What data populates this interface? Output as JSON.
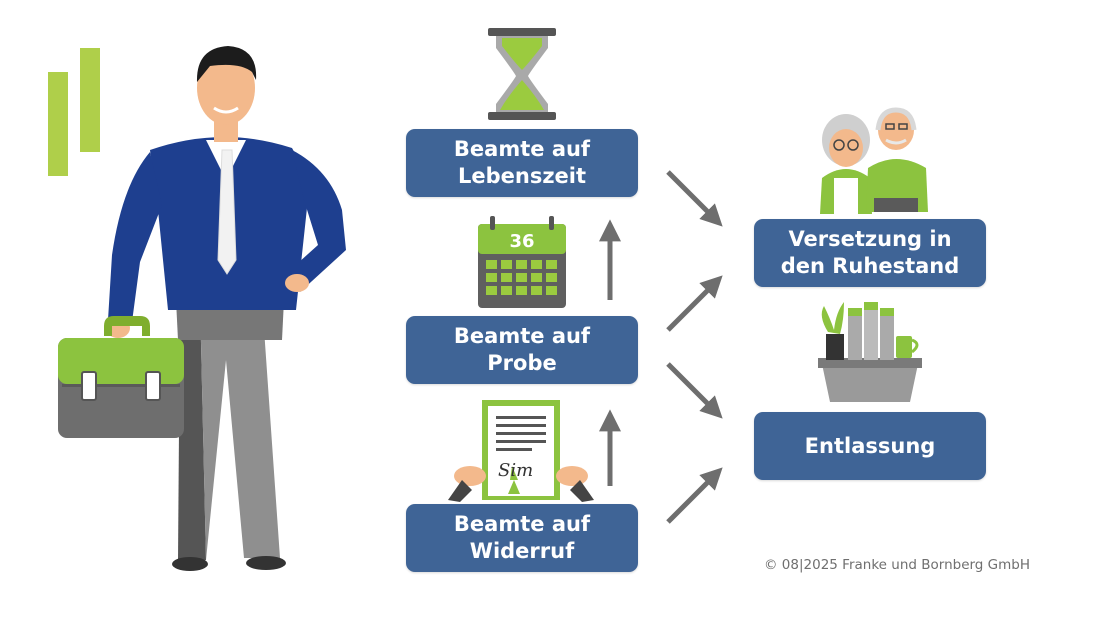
{
  "diagram": {
    "nodes": {
      "lebenszeit": "Beamte auf\nLebenszeit",
      "probe": "Beamte auf\nProbe",
      "widerruf": "Beamte auf\nWiderruf",
      "ruhestand": "Versetzung in\nden Ruhestand",
      "entlassung": "Entlassung"
    },
    "edges": [
      {
        "from": "widerruf",
        "to": "probe"
      },
      {
        "from": "probe",
        "to": "lebenszeit"
      },
      {
        "from": "lebenszeit",
        "to": "ruhestand"
      },
      {
        "from": "probe",
        "to": "ruhestand"
      },
      {
        "from": "probe",
        "to": "entlassung"
      },
      {
        "from": "widerruf",
        "to": "entlassung"
      }
    ],
    "calendar_number": "36",
    "signature_text": "Sim"
  },
  "footer": {
    "copyright": "© 08|2025 Franke und Bornberg GmbH"
  },
  "colors": {
    "box": "#3f6496",
    "accent_green": "#9bcb3f",
    "arrow": "#6e6e6e"
  },
  "icons": [
    "logo-bars-icon",
    "businessman-icon",
    "hourglass-icon",
    "calendar-icon",
    "contract-icon",
    "seniors-icon",
    "office-box-icon"
  ]
}
